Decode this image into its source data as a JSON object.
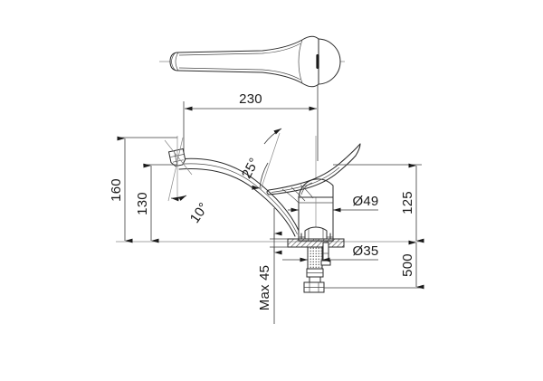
{
  "drawing": {
    "type": "technical-dimension-drawing",
    "subject": "single-lever kitchen mixer tap",
    "background_color": "#ffffff",
    "line_color": "#2b2b2b",
    "dimension_line_color": "#3c3c3c",
    "centerline_color": "#888888",
    "text_color": "#1a1a1a",
    "units": "mm",
    "views": [
      {
        "name": "top-view",
        "label": "",
        "description": "spout seen from above"
      },
      {
        "name": "side-view",
        "label": "",
        "description": "mixer tap elevation with mounting"
      }
    ]
  },
  "dimensions": {
    "reach": {
      "value": "230",
      "name": "spout-reach",
      "orientation": "horizontal"
    },
    "overall_height": {
      "value": "160",
      "name": "overall-spout-height",
      "orientation": "vertical"
    },
    "spout_height": {
      "value": "130",
      "name": "spout-outlet-height",
      "orientation": "vertical"
    },
    "body_height": {
      "value": "125",
      "name": "body-height-above-counter",
      "orientation": "vertical"
    },
    "hose_length": {
      "value": "500",
      "name": "connection-hose-length",
      "orientation": "vertical"
    },
    "body_diameter": {
      "value": "Ø49",
      "name": "body-diameter",
      "orientation": "horizontal"
    },
    "shank_diameter": {
      "value": "Ø35",
      "name": "shank-diameter",
      "orientation": "horizontal"
    },
    "max_thickness": {
      "value": "Max 45",
      "name": "max-counter-thickness",
      "orientation": "vertical"
    },
    "aerator_angle": {
      "value": "10°",
      "name": "aerator-tilt-angle"
    },
    "lever_angle": {
      "value": "25°",
      "name": "lever-lift-angle"
    }
  }
}
